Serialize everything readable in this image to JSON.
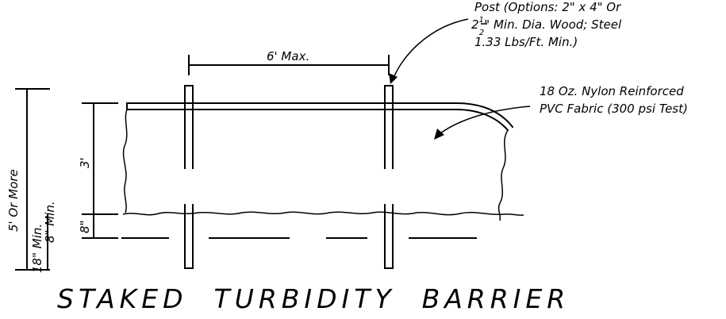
{
  "title": "STAKED  TURBIDITY  BARRIER",
  "labels": {
    "post_line1": "Post (Options:  2\" x 4\" Or",
    "post_line2_a": "2",
    "post_line2_frac_num": "1",
    "post_line2_frac_den": "2",
    "post_line2_b": "\" Min. Dia. Wood;  Steel",
    "post_line3": "1.33 Lbs/Ft. Min.)",
    "fabric_line1": "18 Oz. Nylon Reinforced",
    "fabric_line2": "PVC Fabric (300 psi Test)"
  },
  "dimensions": {
    "spacing": "6' Max.",
    "overall_height": "5' Or More",
    "fabric_height": "3'",
    "embed_depth": "8\"",
    "post_embed_min": "8\" Min.",
    "post_embed_bottom": "18\" Min."
  }
}
